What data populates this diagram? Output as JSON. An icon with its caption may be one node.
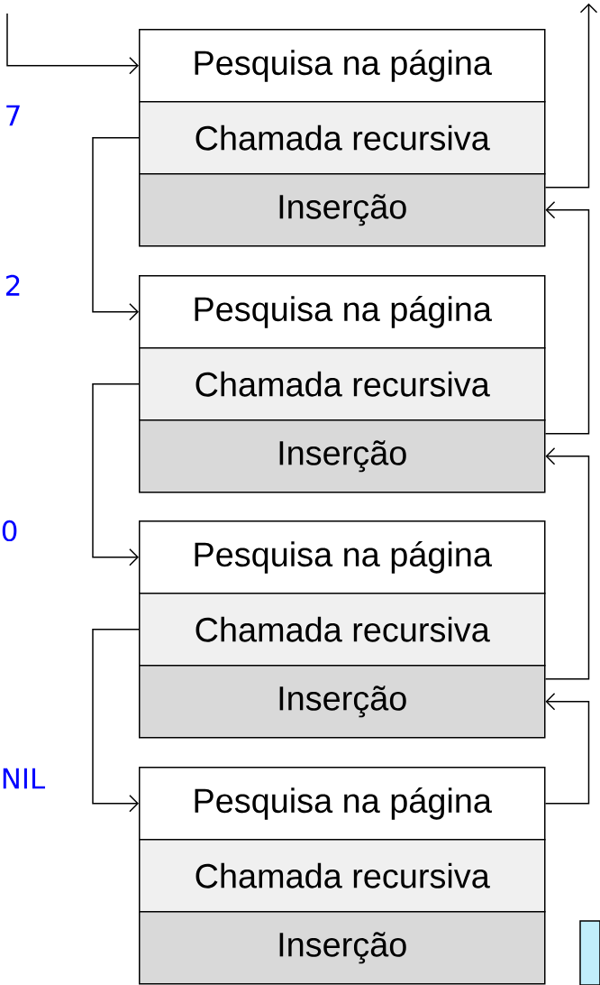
{
  "diagram": {
    "nodes": [
      {
        "text": [
          "Pesquisa na página"
        ]
      },
      {
        "text": [
          "Chamada recursiva"
        ]
      },
      {
        "text": [
          "Inserção"
        ]
      },
      {
        "text": [
          "Pesquisa na página"
        ]
      },
      {
        "text": [
          "Chamada recursiva"
        ]
      },
      {
        "text": [
          "Inserção"
        ]
      },
      {
        "text": [
          "Pesquisa na página"
        ]
      },
      {
        "text": [
          "Chamada recursiva"
        ]
      },
      {
        "text": [
          "Inserção"
        ]
      },
      {
        "text": [
          "Pesquisa na página"
        ]
      },
      {
        "text": [
          "Chamada recursiva"
        ]
      },
      {
        "text": [
          "Inserção"
        ]
      }
    ],
    "edges": [
      {
        "from": null,
        "to": 0,
        "arrow": "to"
      },
      {
        "from": 1,
        "to": 3,
        "arrow": "to"
      },
      {
        "from": 4,
        "to": 6,
        "arrow": "to"
      },
      {
        "from": 7,
        "to": 9,
        "arrow": "to"
      },
      {
        "from": 2,
        "to": null,
        "arrow": "to"
      },
      {
        "from": 5,
        "to": 2,
        "arrow": "to"
      },
      {
        "from": 8,
        "to": 5,
        "arrow": "to"
      },
      {
        "from": 9,
        "to": 8,
        "arrow": "to"
      }
    ],
    "labels": [
      "7",
      "2",
      "0",
      "NIL"
    ]
  }
}
